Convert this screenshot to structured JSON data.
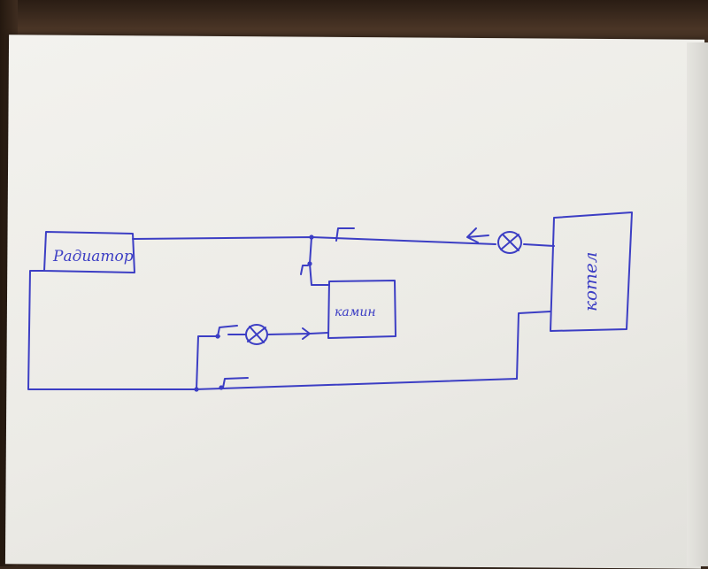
{
  "diagram": {
    "ink_color": "#3c3ec4",
    "paper_color": "#efeee9",
    "nodes": {
      "radiator": {
        "label": "Радиатор"
      },
      "fireplace": {
        "label": "камин"
      },
      "boiler": {
        "label": "котел"
      }
    }
  }
}
